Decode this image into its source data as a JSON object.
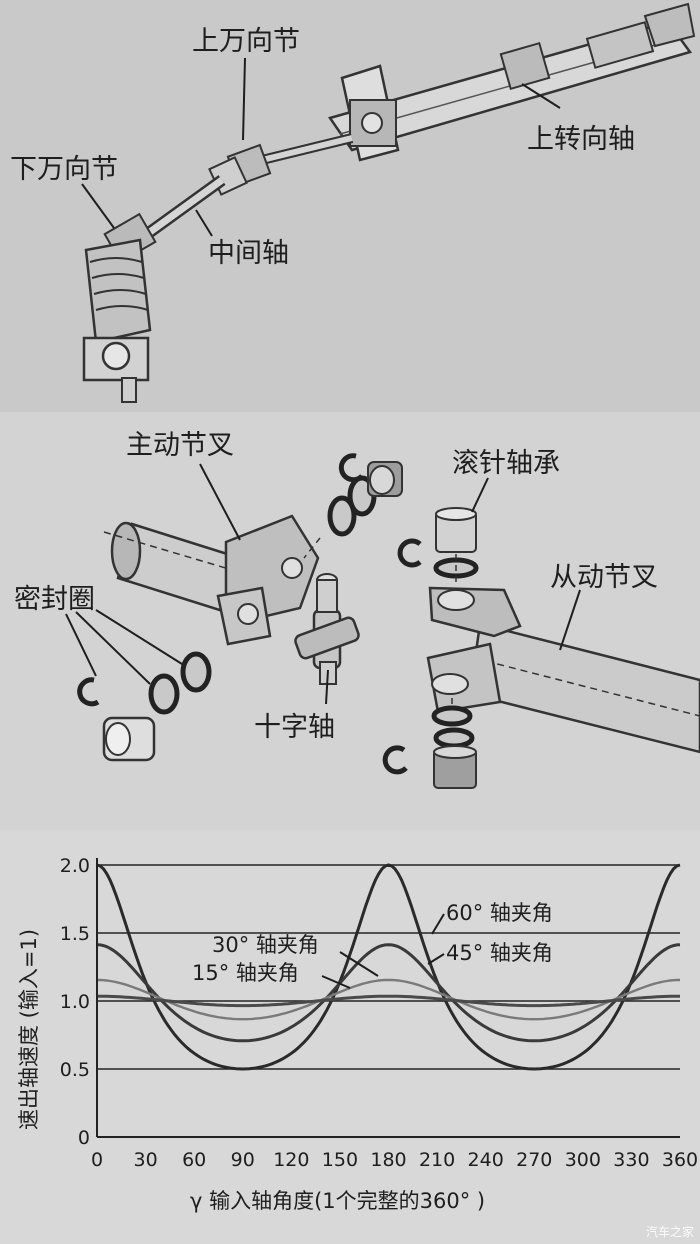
{
  "steering_column": {
    "labels": {
      "upper_universal_joint": "上万向节",
      "lower_universal_joint": "下万向节",
      "intermediate_shaft": "中间轴",
      "upper_steering_shaft": "上转向轴"
    }
  },
  "universal_joint_parts": {
    "labels": {
      "driving_yoke": "主动节叉",
      "needle_bearing": "滚针轴承",
      "driven_yoke": "从动节叉",
      "seal_ring": "密封圈",
      "cross_shaft": "十字轴"
    }
  },
  "watermark": "汽车之家",
  "chart_data": {
    "type": "line",
    "xlabel": "γ 输入轴角度(1个完整的360° )",
    "ylabel": "速出轴速度 (输入=1)",
    "xlim": [
      0,
      360
    ],
    "ylim": [
      0,
      2.0
    ],
    "x_ticks": [
      "0",
      "30",
      "60",
      "90",
      "120",
      "150",
      "180",
      "210",
      "240",
      "270",
      "300",
      "330",
      "360"
    ],
    "y_ticks": [
      "0",
      "0.5",
      "1.0",
      "1.5",
      "2.0"
    ],
    "reference_lines": [
      0.5,
      1.0,
      1.5,
      2.0
    ],
    "series": [
      {
        "name": "60° 轴夹角",
        "axis_angle_deg": 60,
        "max": 2.0,
        "min": 0.5,
        "color": "#2a2a2a",
        "x": [
          0,
          45,
          90,
          135,
          180,
          225,
          270,
          315,
          360
        ],
        "values": [
          2.0,
          0.8,
          0.5,
          0.8,
          2.0,
          0.8,
          0.5,
          0.8,
          2.0
        ]
      },
      {
        "name": "45° 轴夹角",
        "axis_angle_deg": 45,
        "max": 1.41,
        "min": 0.71,
        "color": "#3a3a3a",
        "x": [
          0,
          45,
          90,
          135,
          180,
          225,
          270,
          315,
          360
        ],
        "values": [
          1.41,
          0.94,
          0.71,
          0.94,
          1.41,
          0.94,
          0.71,
          0.94,
          1.41
        ]
      },
      {
        "name": "30° 轴夹角",
        "axis_angle_deg": 30,
        "max": 1.15,
        "min": 0.87,
        "color": "#7a7a7a",
        "x": [
          0,
          45,
          90,
          135,
          180,
          225,
          270,
          315,
          360
        ],
        "values": [
          1.15,
          0.99,
          0.87,
          0.99,
          1.15,
          0.99,
          0.87,
          0.99,
          1.15
        ]
      },
      {
        "name": "15° 轴夹角",
        "axis_angle_deg": 15,
        "max": 1.04,
        "min": 0.97,
        "color": "#4a4a4a",
        "x": [
          0,
          45,
          90,
          135,
          180,
          225,
          270,
          315,
          360
        ],
        "values": [
          1.04,
          1.0,
          0.97,
          1.0,
          1.04,
          1.0,
          0.97,
          1.0,
          1.04
        ]
      }
    ]
  }
}
